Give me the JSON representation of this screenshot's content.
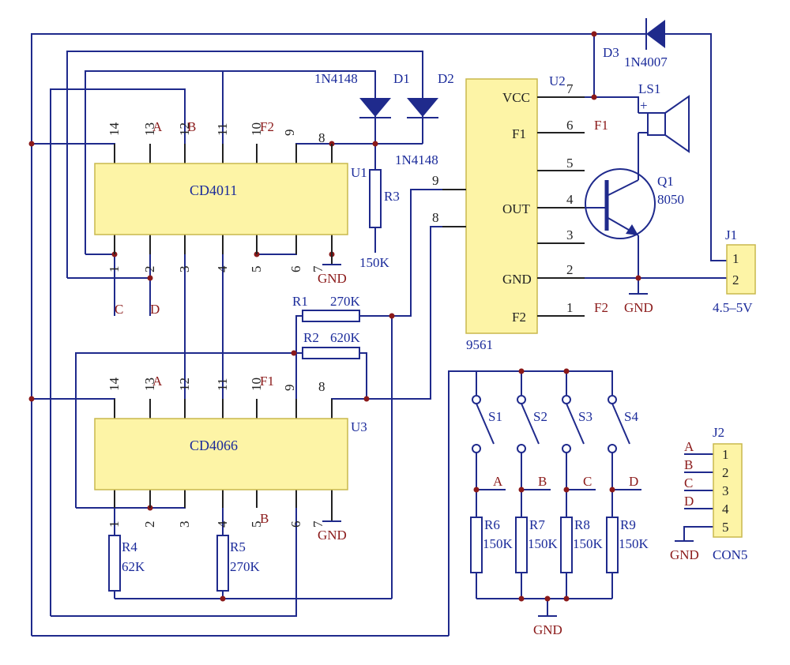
{
  "u1": {
    "name": "CD4011",
    "ref": "U1",
    "top_pins": [
      "14",
      "13",
      "12",
      "11",
      "10",
      "9",
      "8"
    ],
    "bottom_pins": [
      "1",
      "2",
      "3",
      "4",
      "5",
      "6",
      "7"
    ],
    "top_labels": {
      "13": "A",
      "12": "B",
      "10": "F2"
    }
  },
  "u3": {
    "name": "CD4066",
    "ref": "U3",
    "top_pins": [
      "14",
      "13",
      "12",
      "11",
      "10",
      "9",
      "8"
    ],
    "bottom_pins": [
      "1",
      "2",
      "3",
      "4",
      "5",
      "6",
      "7"
    ],
    "top_labels": {
      "13": "A",
      "10": "F1"
    },
    "bottom_labels": {
      "5": "B"
    }
  },
  "u2": {
    "name": "9561",
    "ref": "U2",
    "pins": [
      {
        "num": "7",
        "name": "VCC"
      },
      {
        "num": "6",
        "name": "F1",
        "net": "F1"
      },
      {
        "num": "5",
        "name": ""
      },
      {
        "num": "4",
        "name": "OUT"
      },
      {
        "num": "3",
        "name": ""
      },
      {
        "num": "2",
        "name": "GND"
      },
      {
        "num": "1",
        "name": "F2",
        "net": "F2"
      }
    ],
    "left_pins": [
      "9",
      "8"
    ]
  },
  "diodes": {
    "d1": "D1",
    "d2": "D2",
    "d1_part": "1N4148",
    "d2_part": "1N4148",
    "d3": "D3",
    "d3_part": "1N4007"
  },
  "resistors": {
    "r1": {
      "ref": "R1",
      "value": "270K"
    },
    "r2": {
      "ref": "R2",
      "value": "620K"
    },
    "r3": {
      "ref": "R3",
      "value": "150K"
    },
    "r4": {
      "ref": "R4",
      "value": "62K"
    },
    "r5": {
      "ref": "R5",
      "value": "270K"
    },
    "r6": {
      "ref": "R6",
      "value": "150K"
    },
    "r7": {
      "ref": "R7",
      "value": "150K"
    },
    "r8": {
      "ref": "R8",
      "value": "150K"
    },
    "r9": {
      "ref": "R9",
      "value": "150K"
    }
  },
  "transistor": {
    "ref": "Q1",
    "part": "8050"
  },
  "speaker": {
    "ref": "LS1",
    "plus": "+"
  },
  "j1": {
    "ref": "J1",
    "pins": [
      "1",
      "2"
    ],
    "voltage": "4.5–5V"
  },
  "j2": {
    "ref": "J2",
    "pins": [
      "1",
      "2",
      "3",
      "4",
      "5"
    ],
    "labels": [
      "A",
      "B",
      "C",
      "D"
    ],
    "part": "CON5"
  },
  "switches": [
    "S1",
    "S2",
    "S3",
    "S4"
  ],
  "switch_nets": [
    "A",
    "B",
    "C",
    "D"
  ],
  "u1_bottom_nets": [
    "C",
    "D"
  ],
  "gnd": "GND"
}
